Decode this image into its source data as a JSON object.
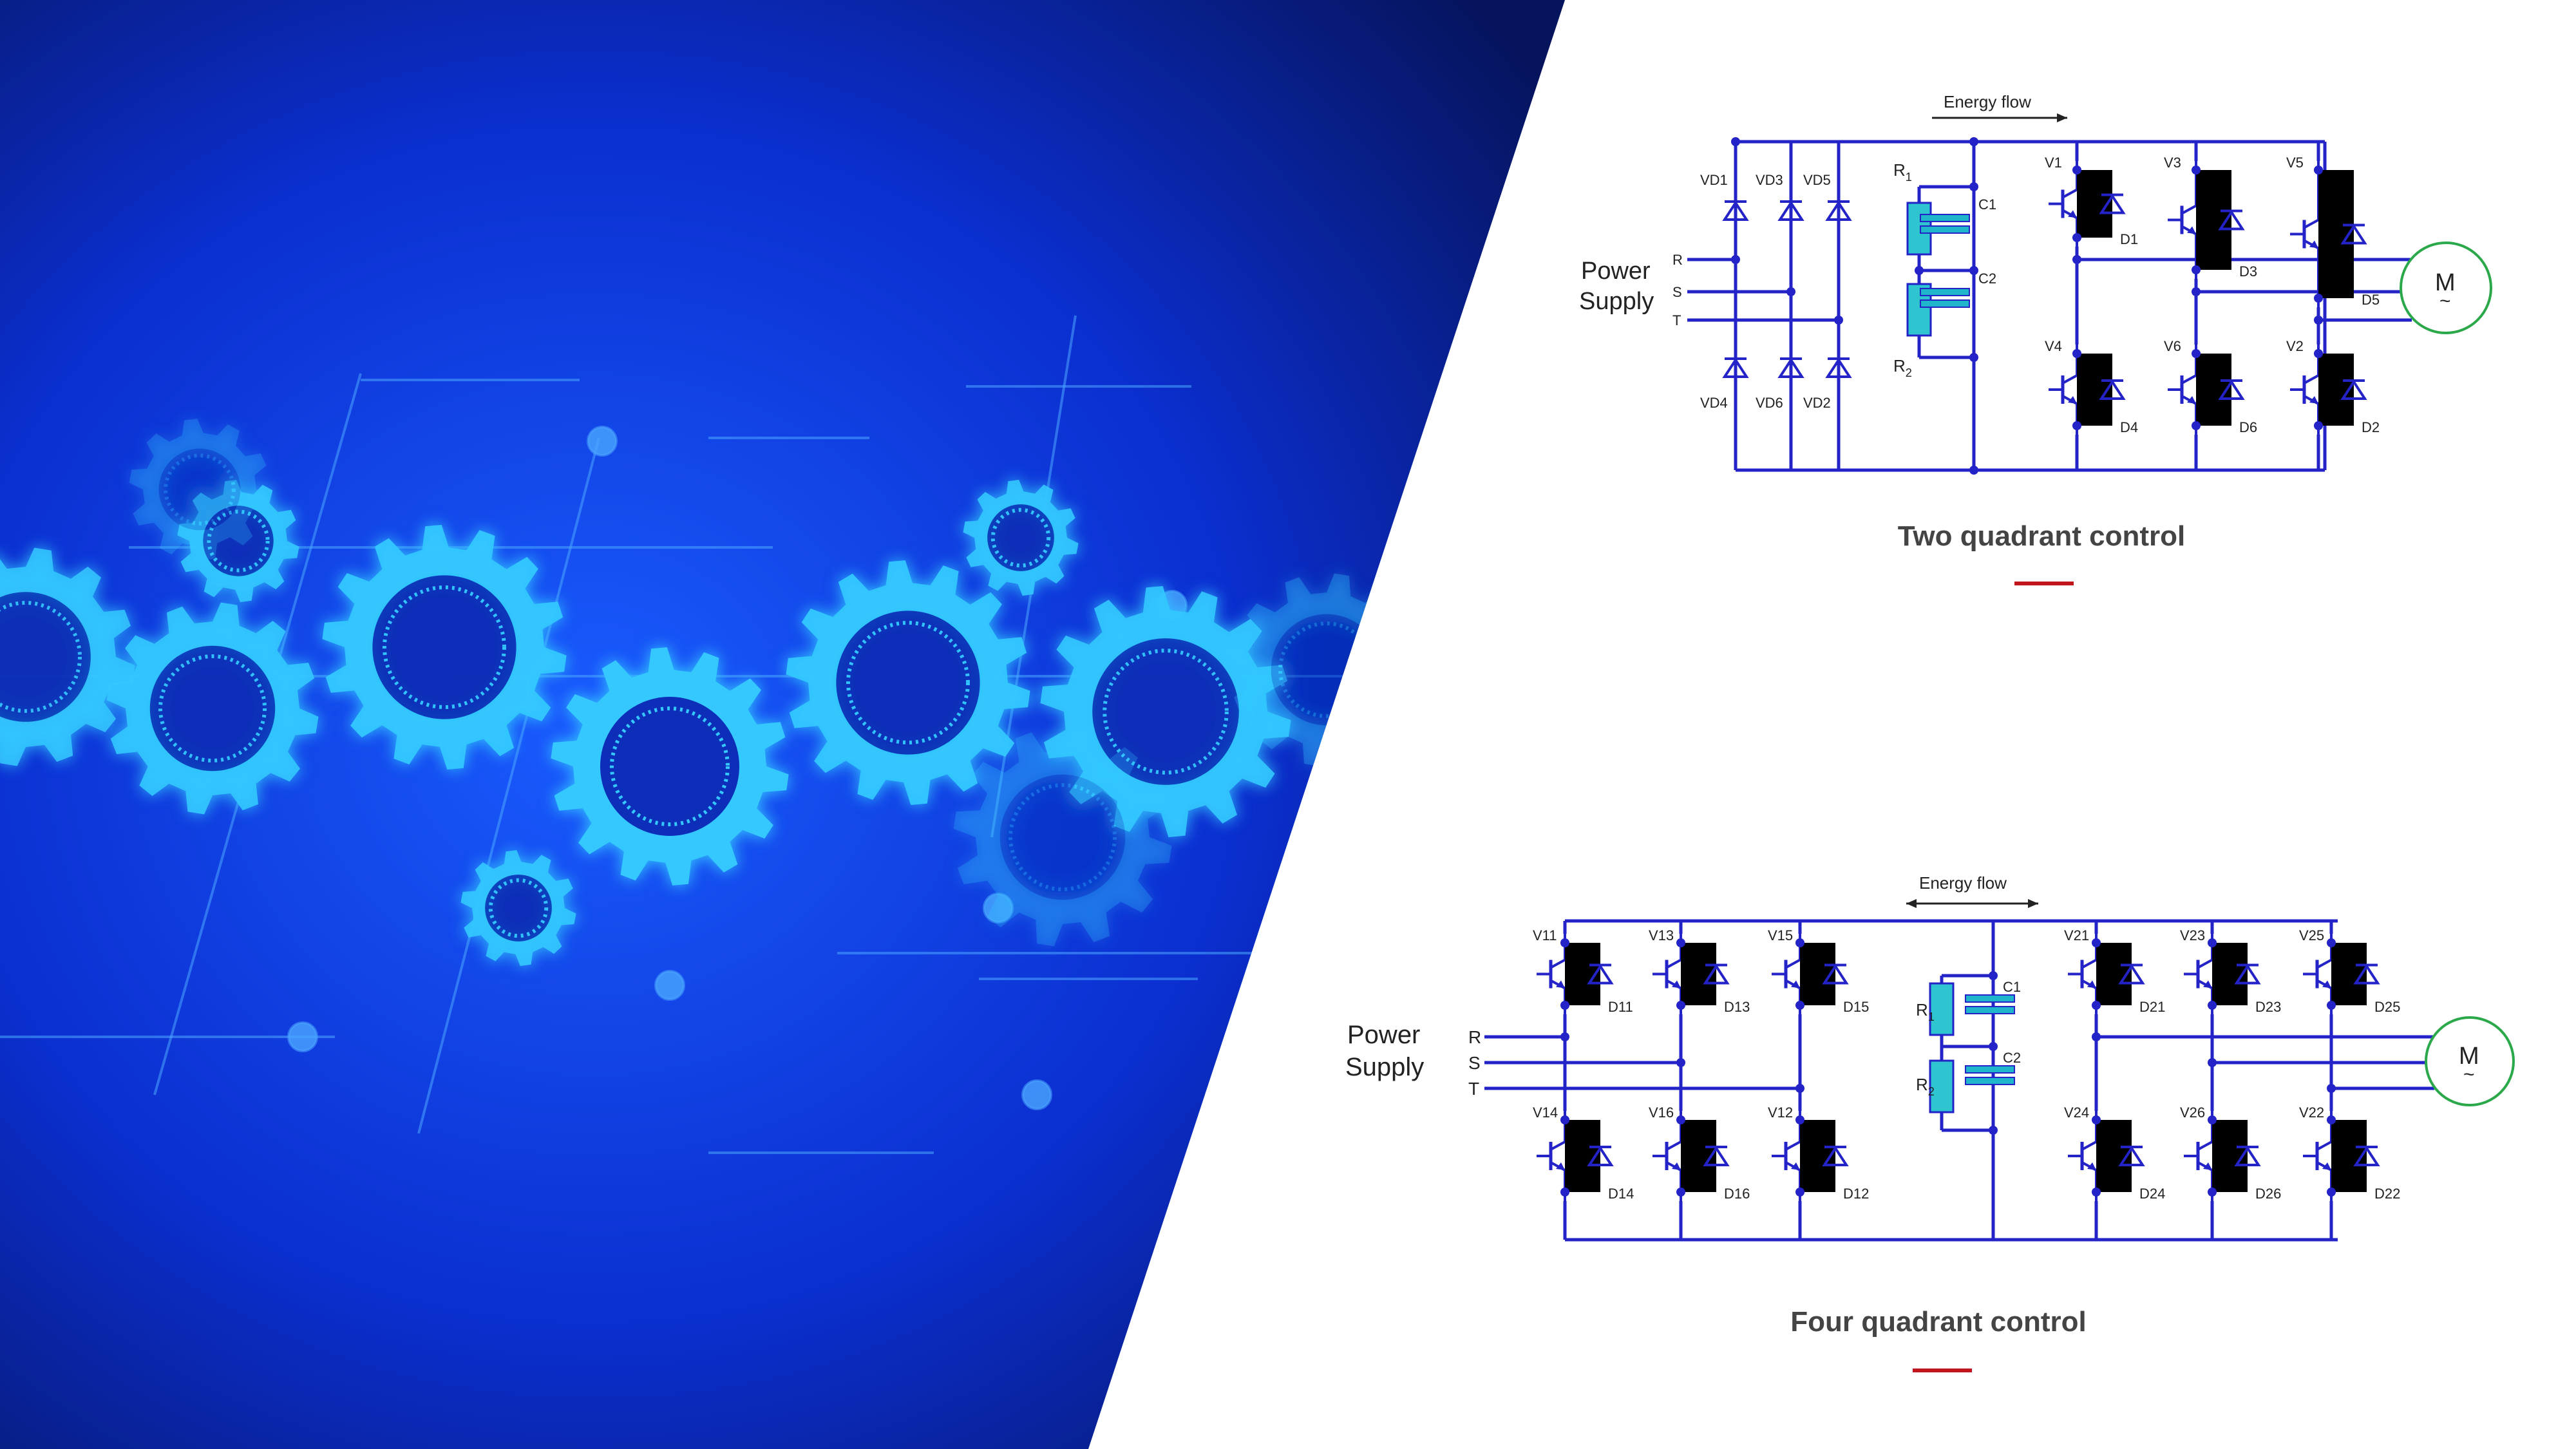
{
  "colors": {
    "wire": "#2323c8",
    "resistor": "#2ec4d0",
    "capacitor": "#1fb6cc",
    "motor": "#2aa84a",
    "caption_bar": "#c0161b",
    "background_dark": "#0a1a8a",
    "gear_glow": "#34c8ff"
  },
  "decor": {
    "background": "blue-gears-circuit-art",
    "icon": "gear-icon"
  },
  "top_diagram": {
    "energy_flow": "Energy flow",
    "power": "Power",
    "supply": "Supply",
    "phases": [
      "R",
      "S",
      "T"
    ],
    "rect_top": [
      "VD1",
      "VD3",
      "VD5"
    ],
    "rect_bottom": [
      "VD4",
      "VD6",
      "VD2"
    ],
    "r1": "R",
    "r1_sub": "1",
    "r2": "R",
    "r2_sub": "2",
    "c1": "C1",
    "c2": "C2",
    "inv_top": [
      "V1",
      "V3",
      "V5"
    ],
    "inv_top_diodes": [
      "D1",
      "D3",
      "D5"
    ],
    "inv_bottom": [
      "V4",
      "V6",
      "V2"
    ],
    "inv_bottom_diodes": [
      "D4",
      "D6",
      "D2"
    ],
    "motor": "M",
    "motor_symbol": "~",
    "caption": "Two quadrant control"
  },
  "bottom_diagram": {
    "energy_flow": "Energy flow",
    "power": "Power",
    "supply": "Supply",
    "phases": [
      "R",
      "S",
      "T"
    ],
    "left_top": [
      "V11",
      "V13",
      "V15"
    ],
    "left_top_diodes": [
      "D11",
      "D13",
      "D15"
    ],
    "left_bottom": [
      "V14",
      "V16",
      "V12"
    ],
    "left_bottom_diodes": [
      "D14",
      "D16",
      "D12"
    ],
    "r1": "R",
    "r1_sub": "1",
    "r2": "R",
    "r2_sub": "2",
    "c1": "C1",
    "c2": "C2",
    "right_top": [
      "V21",
      "V23",
      "V25"
    ],
    "right_top_diodes": [
      "D21",
      "D23",
      "D25"
    ],
    "right_bottom": [
      "V24",
      "V26",
      "V22"
    ],
    "right_bottom_diodes": [
      "D24",
      "D26",
      "D22"
    ],
    "motor": "M",
    "motor_symbol": "~",
    "caption": "Four quadrant control"
  }
}
